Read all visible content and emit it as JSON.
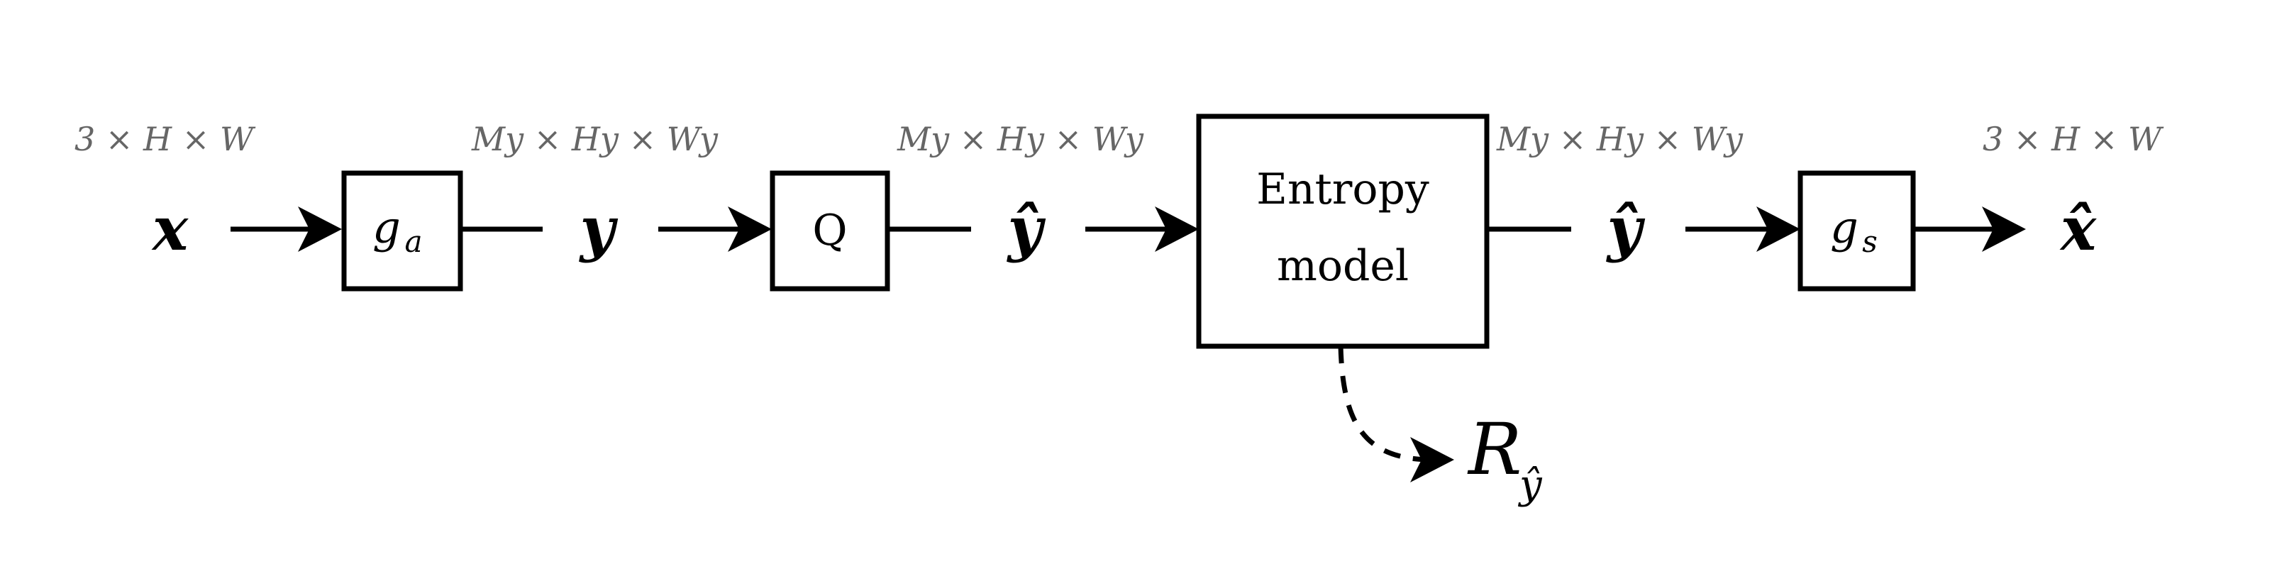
{
  "diagram": {
    "input": {
      "symbol": "x",
      "dims": "3 × H × W"
    },
    "analysis": {
      "label": "g",
      "sub": "a"
    },
    "latent": {
      "symbol": "y",
      "dims": "My × Hy × Wy"
    },
    "quantizer": {
      "label": "Q"
    },
    "quantized": {
      "symbol": "ŷ",
      "dims": "My × Hy × Wy"
    },
    "entropy_model": {
      "line1": "Entropy",
      "line2": "model"
    },
    "decoded_latent": {
      "symbol": "ŷ",
      "dims": "My × Hy × Wy"
    },
    "synthesis": {
      "label": "g",
      "sub": "s"
    },
    "output": {
      "symbol": "x̂",
      "dims": "3 × H × W"
    },
    "rate": {
      "symbol": "R",
      "sub": "ŷ"
    }
  },
  "colors": {
    "stroke": "#000000",
    "dim_text": "#666666",
    "background": "#ffffff"
  }
}
